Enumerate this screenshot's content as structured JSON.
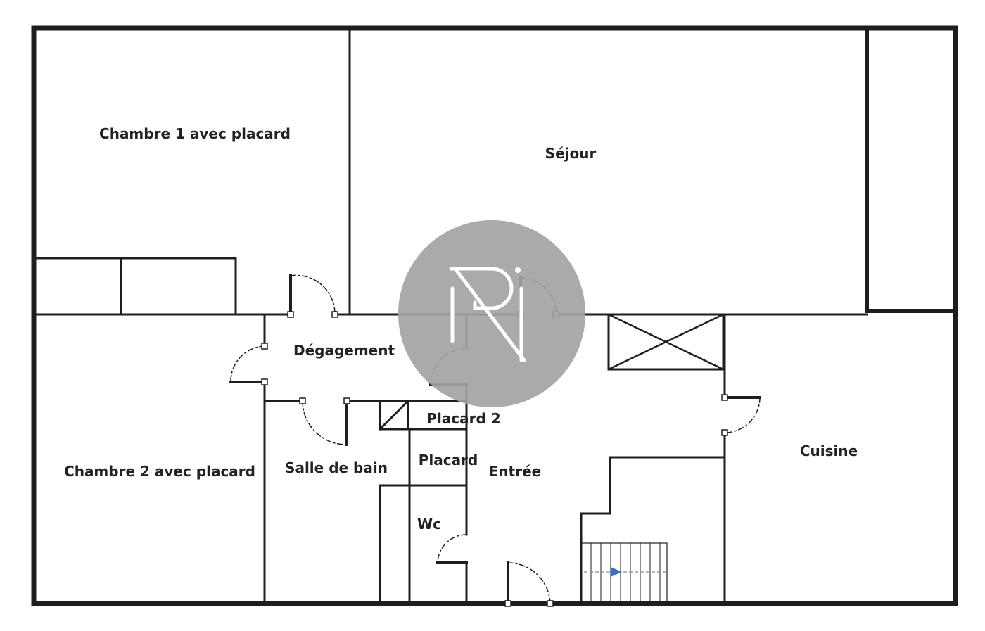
{
  "rooms": {
    "chambre1": "Chambre 1 avec placard",
    "sejour": "Séjour",
    "degagement": "Dégagement",
    "placard2": "Placard 2",
    "placard": "Placard",
    "entree": "Entrée",
    "cuisine": "Cuisine",
    "chambre2": "Chambre 2 avec placard",
    "salle_de_bain": "Salle de bain",
    "wc": "Wc"
  },
  "colors": {
    "wall": "#1e1e1e",
    "watermark": "#a3a3a3",
    "stair_arrow": "#3a6fc4"
  },
  "watermark_logo": "PN"
}
